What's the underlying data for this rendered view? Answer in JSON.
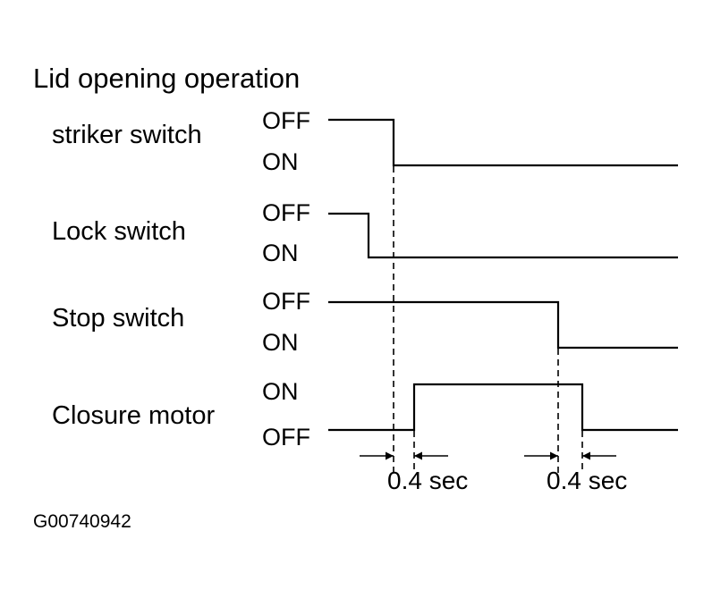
{
  "title": "Lid opening operation",
  "signals": [
    {
      "label": "striker switch",
      "states": [
        "OFF",
        "ON"
      ]
    },
    {
      "label": "Lock switch",
      "states": [
        "OFF",
        "ON"
      ]
    },
    {
      "label": "Stop switch",
      "states": [
        "OFF",
        "ON"
      ]
    },
    {
      "label": "Closure motor",
      "states": [
        "ON",
        "OFF"
      ]
    }
  ],
  "timing_labels": [
    "0.4 sec",
    "0.4 sec"
  ],
  "figure_id": "G00740942"
}
